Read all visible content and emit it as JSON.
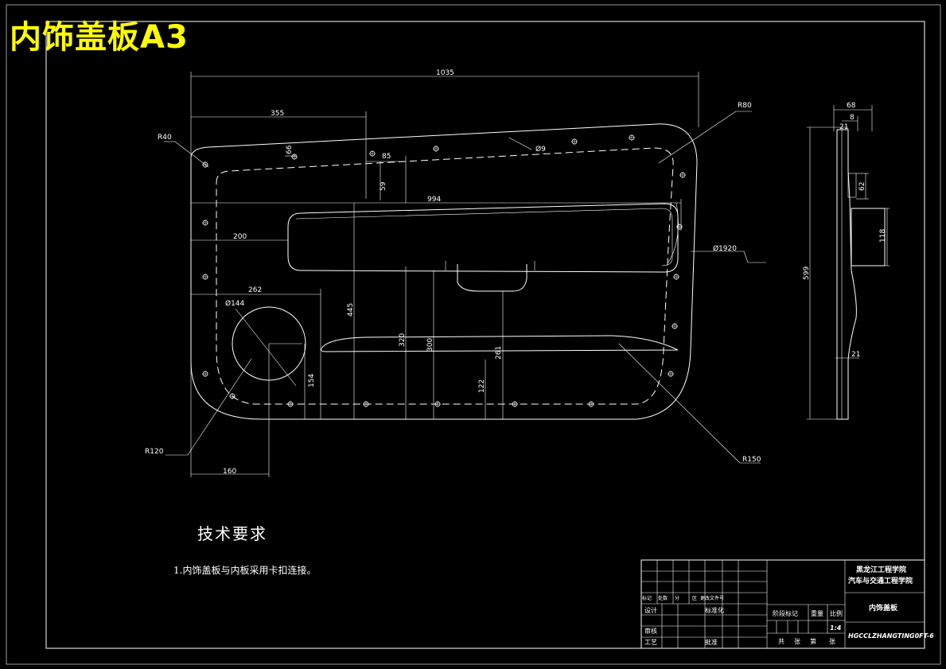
{
  "title": "内饰盖板A3",
  "tech_requirements": {
    "heading": "技术要求",
    "items": [
      "1.内饰盖板与内板采用卡扣连接。"
    ]
  },
  "dimensions": {
    "front": [
      "1035",
      "355",
      "85",
      "59",
      "994",
      "200",
      "262",
      "Ø144",
      "445",
      "320",
      "300",
      "261",
      "154",
      "122",
      "160",
      "Ø9",
      "66",
      "Ø1920"
    ],
    "radii": [
      "R80",
      "R40",
      "R120",
      "R150"
    ],
    "side": [
      "68",
      "8",
      "21",
      "62",
      "118",
      "599",
      "21"
    ]
  },
  "title_block": {
    "school_line1": "黑龙江工程学院",
    "school_line2": "汽车与交通工程学院",
    "part_name": "内饰盖板",
    "drawing_no": "HGCCLZHANGTING0FT-6",
    "scale": "1:4",
    "labels": {
      "revision_row": [
        "标记",
        "处数",
        "分",
        "区",
        "更改文件号"
      ],
      "design": "设计",
      "standardization": "标准化",
      "review": "审核",
      "process": "工艺",
      "approve": "批准",
      "stage_mark": "阶段标记",
      "weight": "重量",
      "scale_label": "比例",
      "total": "共",
      "sheets": "张",
      "no": "第",
      "page": "张"
    }
  },
  "colors": {
    "background": "#000000",
    "lines": "#ffffff",
    "title": "#ffff00"
  }
}
